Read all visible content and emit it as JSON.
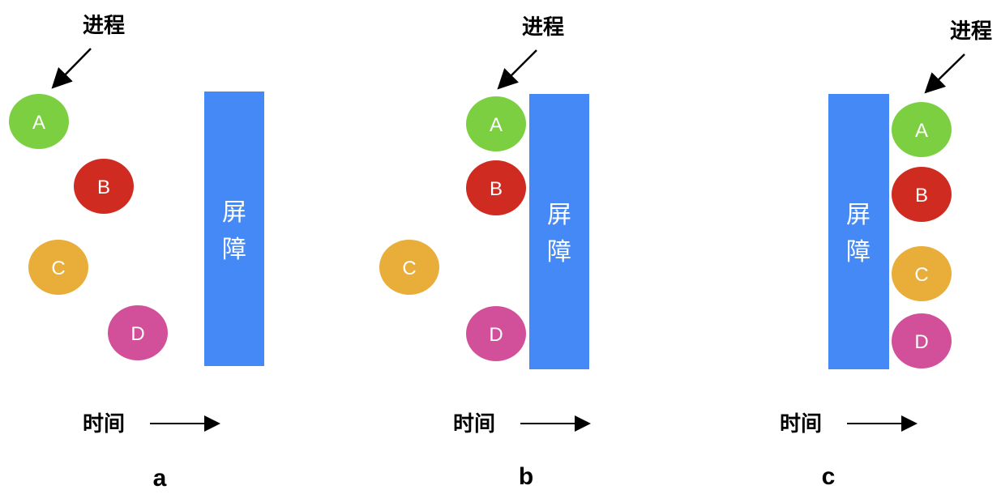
{
  "colors": {
    "A": "#7dcf42",
    "B": "#d02b20",
    "C": "#e9ad3a",
    "D": "#d2509a",
    "barrier": "#4489f5"
  },
  "process_label": "进程",
  "barrier_label_1": "屏",
  "barrier_label_2": "障",
  "time_label": "时间",
  "processes": [
    "A",
    "B",
    "C",
    "D"
  ],
  "panels": [
    "a",
    "b",
    "c"
  ]
}
